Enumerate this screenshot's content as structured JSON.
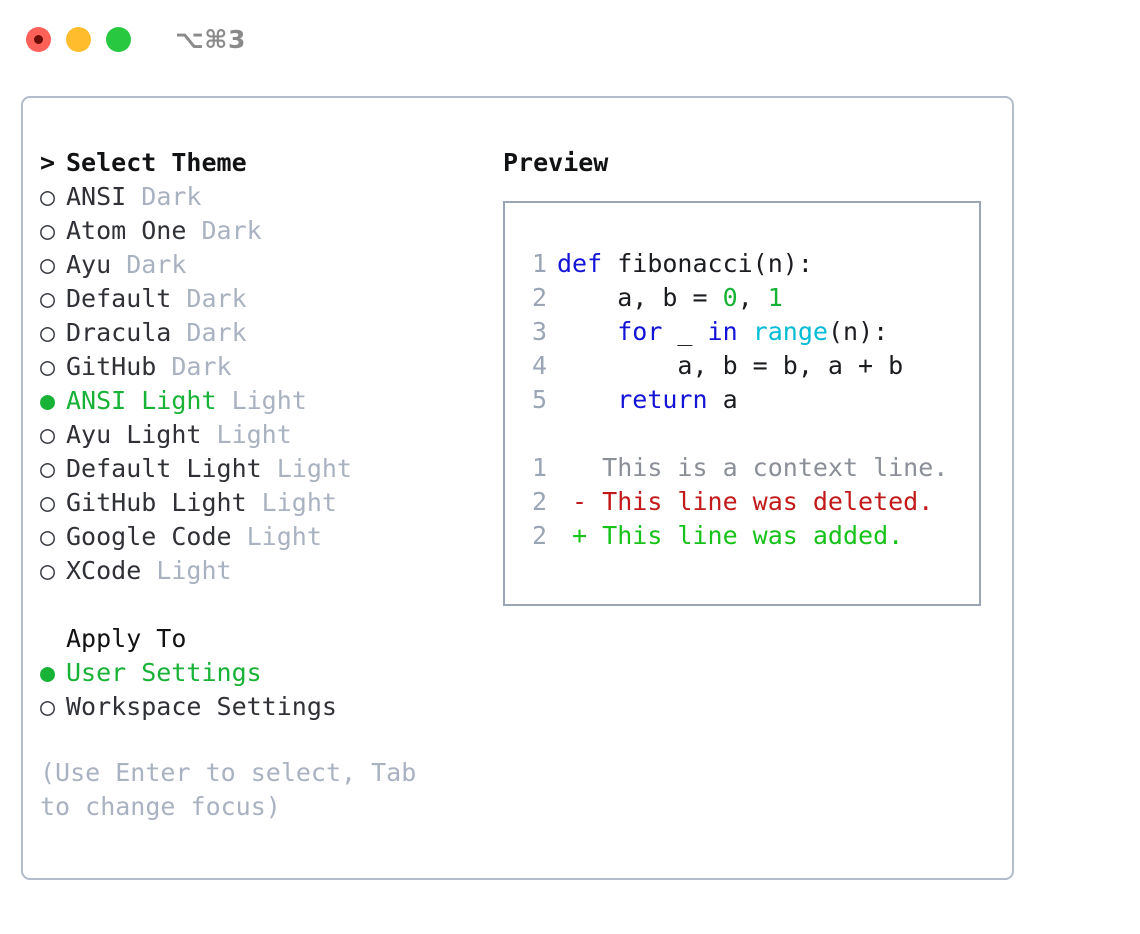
{
  "titlebar": {
    "shortcut": "⌥⌘3",
    "buttons": [
      {
        "name": "close",
        "color": "#ff6058"
      },
      {
        "name": "minimize",
        "color": "#ffbd2e"
      },
      {
        "name": "maximize",
        "color": "#28c840"
      }
    ]
  },
  "theme_picker": {
    "header_caret": ">",
    "header": "Select Theme",
    "bullet_empty": "○",
    "bullet_filled": "●",
    "items": [
      {
        "name": "ANSI",
        "variant": "Dark",
        "selected": false
      },
      {
        "name": "Atom One",
        "variant": "Dark",
        "selected": false
      },
      {
        "name": "Ayu",
        "variant": "Dark",
        "selected": false
      },
      {
        "name": "Default",
        "variant": "Dark",
        "selected": false
      },
      {
        "name": "Dracula",
        "variant": "Dark",
        "selected": false
      },
      {
        "name": "GitHub",
        "variant": "Dark",
        "selected": false
      },
      {
        "name": "ANSI Light",
        "variant": "Light",
        "selected": true
      },
      {
        "name": "Ayu Light",
        "variant": "Light",
        "selected": false
      },
      {
        "name": "Default Light",
        "variant": "Light",
        "selected": false
      },
      {
        "name": "GitHub Light",
        "variant": "Light",
        "selected": false
      },
      {
        "name": "Google Code",
        "variant": "Light",
        "selected": false
      },
      {
        "name": "XCode",
        "variant": "Light",
        "selected": false
      }
    ]
  },
  "apply_to": {
    "label": "Apply To",
    "options": [
      {
        "name": "User Settings",
        "selected": true
      },
      {
        "name": "Workspace Settings",
        "selected": false
      }
    ]
  },
  "hint": "(Use Enter to select, Tab to change focus)",
  "preview": {
    "title": "Preview",
    "code_lines": [
      {
        "no": "1",
        "tokens": [
          {
            "t": "def ",
            "c": "kw"
          },
          {
            "t": "fibonacci(n):",
            "c": "plain"
          }
        ]
      },
      {
        "no": "2",
        "tokens": [
          {
            "t": "    a, b = ",
            "c": "plain"
          },
          {
            "t": "0",
            "c": "num"
          },
          {
            "t": ", ",
            "c": "plain"
          },
          {
            "t": "1",
            "c": "num"
          }
        ]
      },
      {
        "no": "3",
        "tokens": [
          {
            "t": "    ",
            "c": "plain"
          },
          {
            "t": "for",
            "c": "kw"
          },
          {
            "t": " _ ",
            "c": "plain"
          },
          {
            "t": "in",
            "c": "kw"
          },
          {
            "t": " ",
            "c": "plain"
          },
          {
            "t": "range",
            "c": "fn"
          },
          {
            "t": "(n):",
            "c": "plain"
          }
        ]
      },
      {
        "no": "4",
        "tokens": [
          {
            "t": "        a, b = b, a + b",
            "c": "plain"
          }
        ]
      },
      {
        "no": "5",
        "tokens": [
          {
            "t": "    ",
            "c": "plain"
          },
          {
            "t": "return",
            "c": "kw"
          },
          {
            "t": " a",
            "c": "plain"
          }
        ]
      }
    ],
    "diff_lines": [
      {
        "no": "1",
        "marker": " ",
        "text": " This is a context line.",
        "kind": "ctx"
      },
      {
        "no": "2",
        "marker": "-",
        "text": " This line was deleted.",
        "kind": "del"
      },
      {
        "no": "2",
        "marker": "+",
        "text": " This line was added.",
        "kind": "add"
      }
    ]
  },
  "colors": {
    "selected_green": "#17b236",
    "added_green": "#17c21a",
    "deleted_red": "#c21a1a",
    "keyword_blue": "#1414d6",
    "function_cyan": "#00bcd4",
    "muted_gray": "#a9b2c0",
    "panel_border": "#b3bcca",
    "preview_border": "#9aa5b5"
  }
}
